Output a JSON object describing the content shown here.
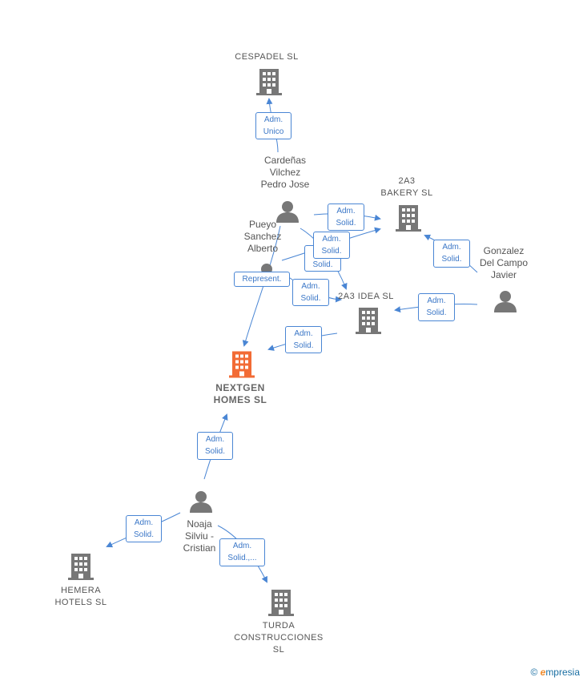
{
  "companies": {
    "cespadel": "CESPADEL SL",
    "bakery": "2A3\nBAKERY  SL",
    "idea": "2A3 IDEA  SL",
    "nextgen": "NEXTGEN\nHOMES  SL",
    "hemera": "HEMERA\nHOTELS  SL",
    "turda": "TURDA\nCONSTRUCCIONES\nSL"
  },
  "persons": {
    "cardenas": "Cardeñas\nVilchez\nPedro Jose",
    "pueyo": "Pueyo\nSanchez\nAlberto",
    "gonzalez": "Gonzalez\nDel Campo\nJavier",
    "noaja": "Noaja\nSilviu -\nCristian"
  },
  "edges": {
    "adm_unico": "Adm.\nUnico",
    "adm_solid": "Adm.\nSolid.",
    "represent": "Represent.",
    "adm_solid_more": "Adm.\nSolid.,..."
  },
  "colors": {
    "company": "#777777",
    "company_main": "#f26b35",
    "person": "#777777",
    "edge": "#4a86d4"
  },
  "brand": {
    "symbol": "©",
    "initial": "e",
    "name": "mpresia"
  }
}
